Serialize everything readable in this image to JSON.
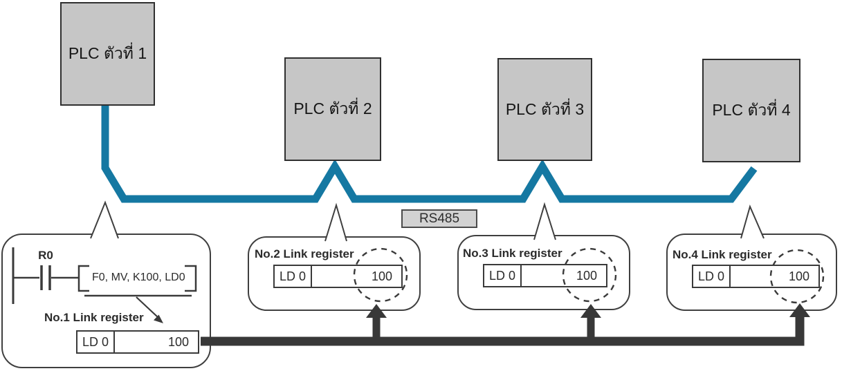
{
  "plc_units": [
    {
      "label": "PLC ตัวที่ 1"
    },
    {
      "label": "PLC ตัวที่ 2"
    },
    {
      "label": "PLC ตัวที่ 3"
    },
    {
      "label": "PLC ตัวที่ 4"
    }
  ],
  "bus": {
    "label": "RS485",
    "cable_color": "#1578a2"
  },
  "data_flow": {
    "line_color": "#383838",
    "transferred_value": "100"
  },
  "callouts": [
    {
      "heading": "No.1 Link register",
      "ladder": {
        "contact_label": "R0",
        "instruction": "F0, MV, K100, LD0"
      },
      "register": {
        "address": "LD 0",
        "value": "100"
      }
    },
    {
      "heading": "No.2 Link register",
      "register": {
        "address": "LD 0",
        "value": "100"
      }
    },
    {
      "heading": "No.3 Link register",
      "register": {
        "address": "LD 0",
        "value": "100"
      }
    },
    {
      "heading": "No.4 Link register",
      "register": {
        "address": "LD 0",
        "value": "100"
      }
    }
  ]
}
